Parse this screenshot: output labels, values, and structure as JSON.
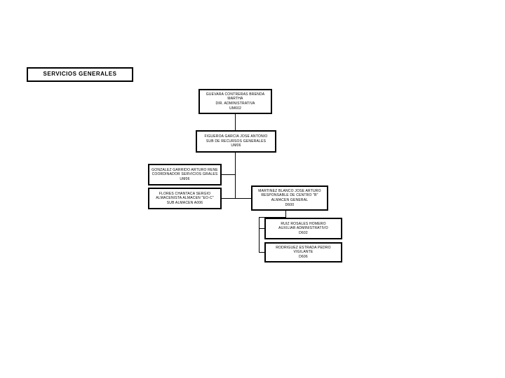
{
  "diagram": {
    "title": "SERVICIOS GENERALES",
    "boxes": {
      "b1": {
        "role": "jefatura-administrativa",
        "lines": [
          "GUEVARA CONTRERAS BRENDA",
          "MARTHA",
          "DIR. ADMINISTRATIVA",
          "UM602"
        ]
      },
      "b2": {
        "role": "subdireccion-recursos",
        "lines": [
          "FIGUEROA GARCIA JOSE ANTONIO",
          "SUB DE RECURSOS GENERALES",
          "UM06"
        ]
      },
      "b3": {
        "role": "coordinador-servicios-generales",
        "lines": [
          "GONZALEZ GARRIDO ARTURO RENE",
          "COORDINADOR SERVICIOS GRALES",
          "UM06"
        ]
      },
      "b4": {
        "role": "almacenista",
        "lines": [
          "FLORES CHANTACA SERGIO",
          "ALMACENISTA ALMACEN \"EO-C\"",
          "SUB ALMACEN A006"
        ]
      },
      "b5": {
        "role": "responsable-almacen-general",
        "lines": [
          "MARTINEZ BLANCO JOSE ARTURO",
          "RESPONSABLE DE CENTRO \"B\"",
          "ALMACEN GENERAL",
          "D600"
        ]
      },
      "b6": {
        "role": "auxiliar-administrativo",
        "lines": [
          "RUIZ ROSALES HOMERO",
          "AUXILIAR ADMINISTRATIVO",
          "D602"
        ]
      },
      "b7": {
        "role": "vigilante",
        "lines": [
          "RODRIGUEZ ESTRADA PEDRO",
          "VIGILANTE",
          "D606"
        ]
      }
    },
    "colors": {
      "background": "#ffffff",
      "border": "#000000",
      "text": "#000000"
    }
  }
}
